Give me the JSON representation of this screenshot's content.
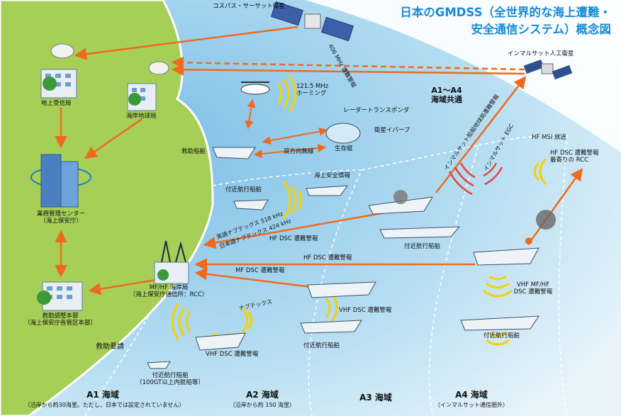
{
  "title": {
    "line1": "日本のGMDSS（全世界的な海上遭難・",
    "line2": "安全通信システム）概念図"
  },
  "colors": {
    "land": "#a6cf57",
    "sea": "#bfe0f1",
    "arrow": "#ef6a1e",
    "title": "#1a8ad3",
    "waves": "#f5d200"
  },
  "labels": {
    "cospas": "コスパス・サーサット衛星",
    "inmarsat": "インマルサット人工衛星",
    "ground_station": "地上受信局",
    "coast_earth_station": "海岸地球局",
    "mission_center_1": "業務管理センター",
    "mission_center_2": "（海上保安庁）",
    "rescue_hq_1": "救助調整本部",
    "rescue_hq_2": "（海上保安庁各管区本部）",
    "mfhf_station_1": "MF/HF 海岸局",
    "mfhf_station_2": "（海上保安庁通信所：RCC）",
    "rescue_request": "救助要請",
    "rescue_ship": "救助船舶",
    "helicopter_freq_1": "121.5 MHz",
    "helicopter_freq_2": "ホーミング",
    "epirb_406": "406 MHz 遭難警報",
    "radar_transponder": "レーダートランスポンダ",
    "satellite_epirb": "衛星イパーブ",
    "bidirectional_radio": "双方向無線",
    "lifeboat": "生存艇",
    "a1a4_common_1": "A1～A4",
    "a1a4_common_2": "海域共通",
    "inmarsat_ship_alert": "インマルサット船舶地球局遭難警報",
    "inmarsat_egc": "インマルサット EGC",
    "hf_msi": "HF MSI 放送",
    "hf_dsc_nearest_1": "HF DSC 遭難警報",
    "hf_dsc_nearest_2": "最寄りの RCC",
    "maritime_safety_info": "海上安全情報",
    "nearby_ship": "付近航行船舶",
    "navtex_en": "英語ナブテックス 518 kHz",
    "navtex_jp": "日本語ナブテックス 424 kHz",
    "hf_dsc_alert": "HF DSC 遭難警報",
    "mf_dsc_alert": "MF DSC 遭難警報",
    "navtex": "ナブテックス",
    "vhf_dsc_alert": "VHF DSC 遭難警報",
    "vhf_mfhf_1": "VHF MF/HF",
    "vhf_mfhf_2": "DSC 遭難警報",
    "nearby_ship_small_1": "付近航行船舶",
    "nearby_ship_small_2": "（100GT以上内航船等）"
  },
  "zones": [
    {
      "name": "A1 海域",
      "note": "（沿岸から約30海里。ただし、日本では設定されていません）"
    },
    {
      "name": "A2 海域",
      "note": "（沿岸から約 150 海里）"
    },
    {
      "name": "A3 海域",
      "note": ""
    },
    {
      "name": "A4 海域",
      "note": "（インマルサット通信圏外）"
    }
  ]
}
